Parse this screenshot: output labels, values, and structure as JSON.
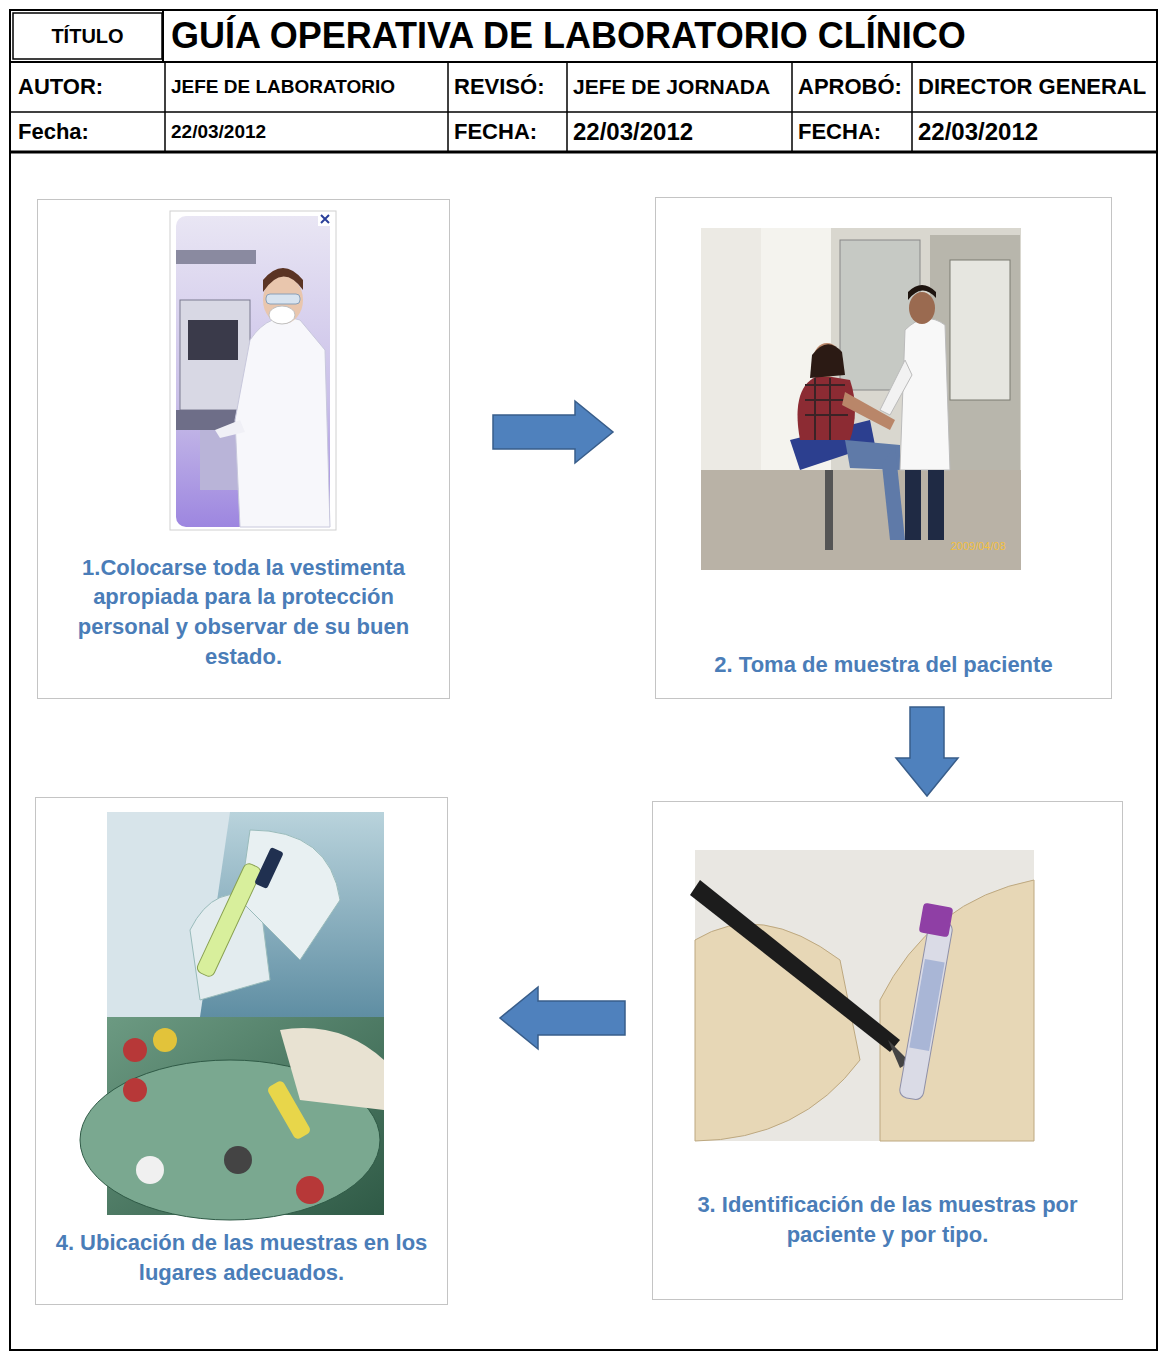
{
  "diagram": {
    "title": "GUÍA OPERATIVA DE LABORATORIO CLÍNICO",
    "nodes": [
      {
        "text": [
          "1.Colocarse toda la vestimenta apropiada para la protección personal y observar de su buen estado."
        ]
      },
      {
        "text": [
          "2. Toma de muestra del paciente"
        ]
      },
      {
        "text": [
          "3. Identificación de las muestras por paciente y por tipo."
        ]
      },
      {
        "text": [
          "4. Ubicación de las muestras en los lugares adecuados."
        ]
      }
    ],
    "edges": [
      {
        "from": 0,
        "to": 1,
        "arrow": "to"
      },
      {
        "from": 1,
        "to": 2,
        "arrow": "to"
      },
      {
        "from": 2,
        "to": 3,
        "arrow": "to"
      }
    ],
    "labels": [
      "TÍTULO",
      "AUTOR:",
      "JEFE DE LABORATORIO",
      "REVISÓ:",
      "JEFE DE JORNADA",
      "APROBÓ:",
      "DIRECTOR GENERAL",
      "Fecha:",
      "22/03/2012",
      "FECHA:",
      "22/03/2012",
      "FECHA:",
      "22/03/2012",
      "2009/04/08"
    ]
  }
}
